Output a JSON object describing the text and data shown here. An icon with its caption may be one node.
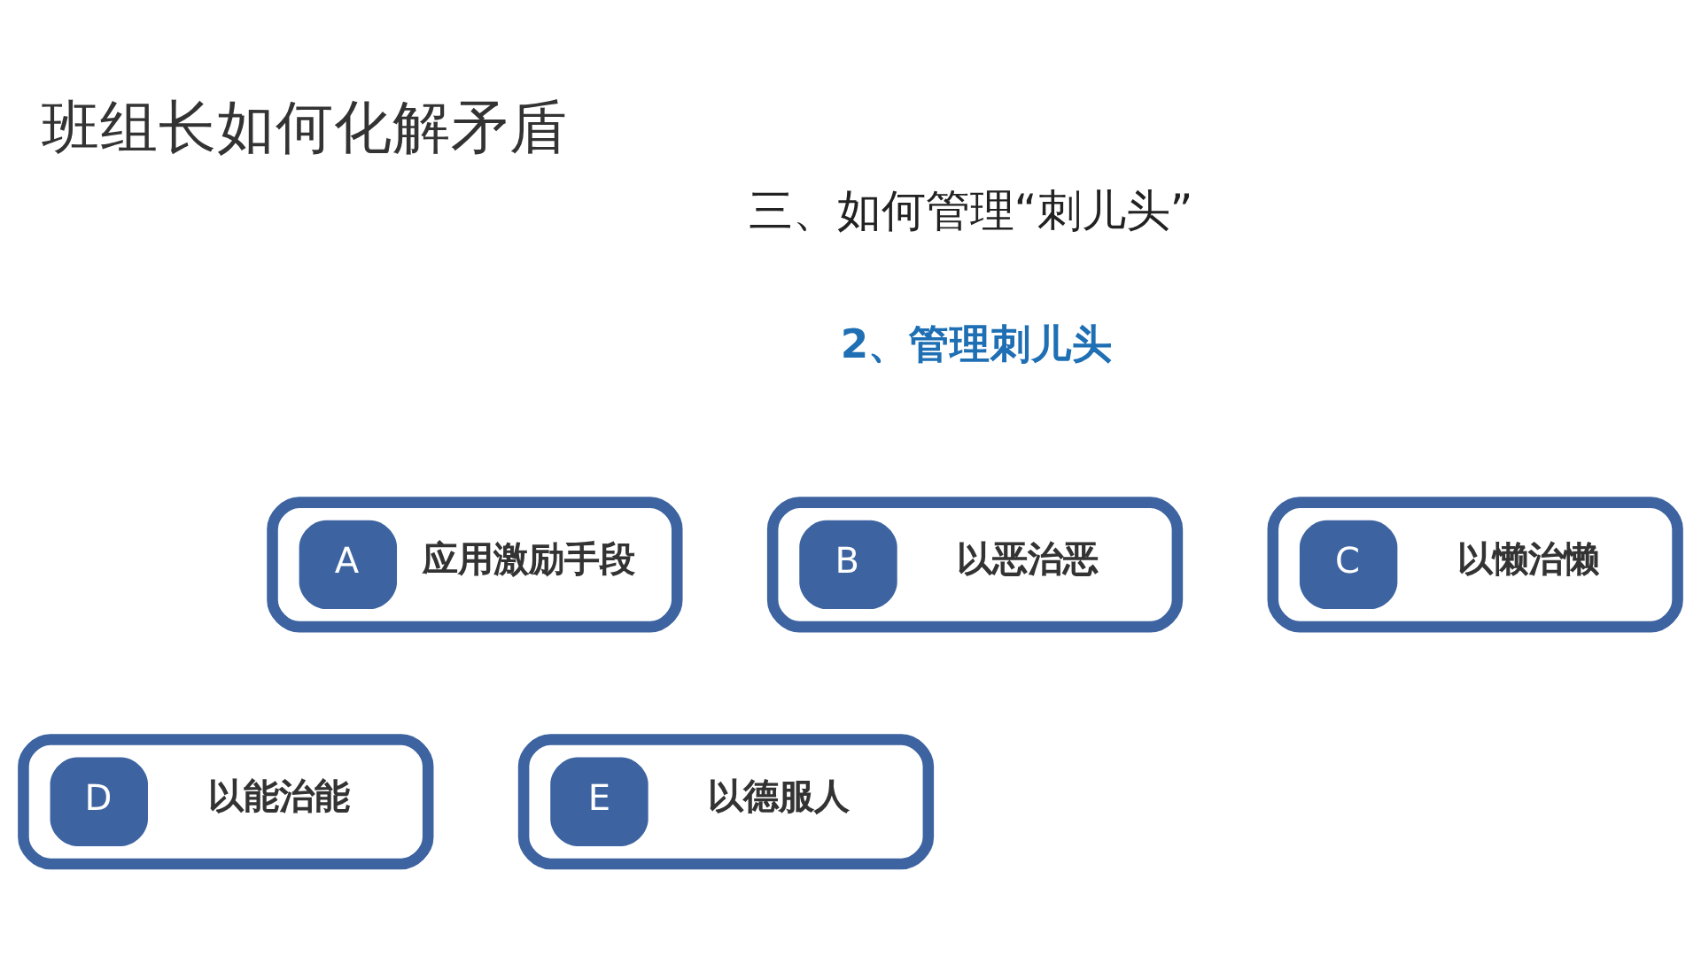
{
  "diagram": {
    "title": "班组长如何化解矛盾",
    "nodes": [
      {
        "text": [
          "A",
          "应用激励手段"
        ]
      },
      {
        "text": [
          "B",
          "以恶治恶"
        ]
      },
      {
        "text": [
          "C",
          "以懒治懒"
        ]
      },
      {
        "text": [
          "D",
          "以能治能"
        ]
      },
      {
        "text": [
          "E",
          "以德服人"
        ]
      }
    ],
    "edges": [],
    "labels": [
      "三、如何管理“刺儿头”",
      "2、管理刺儿头"
    ]
  }
}
